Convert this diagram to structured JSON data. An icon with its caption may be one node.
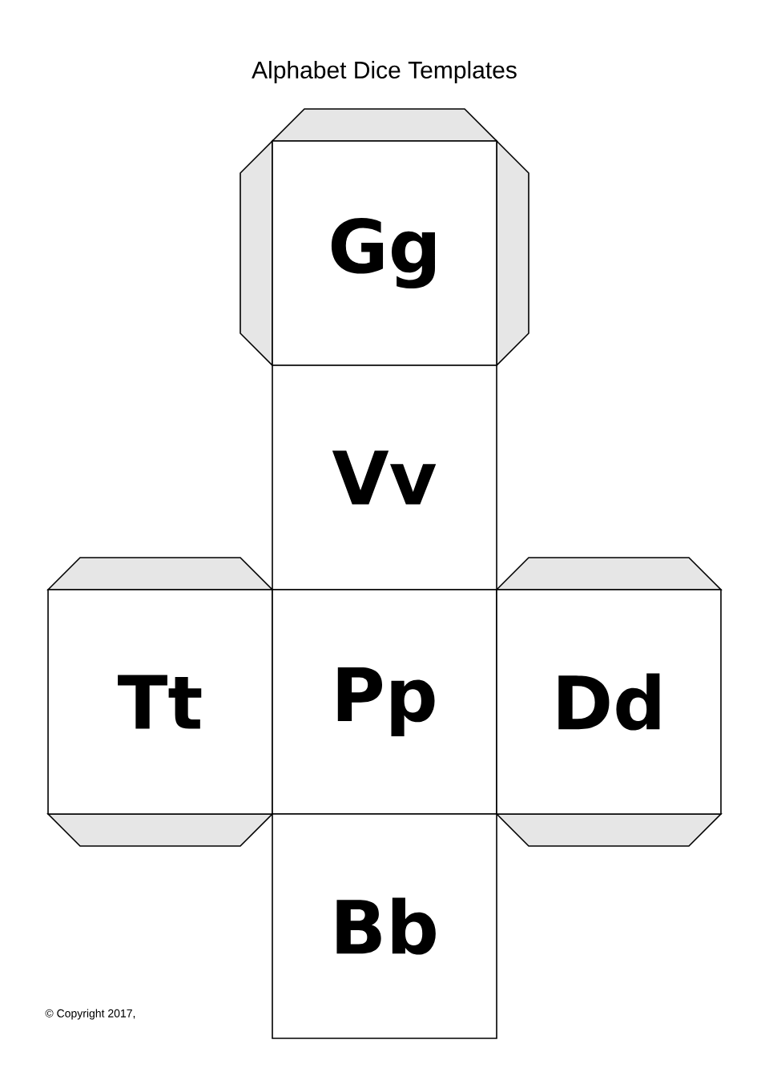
{
  "diagram": {
    "title": "Alphabet Dice Templates",
    "nodes": [
      {
        "text": [
          "Gg"
        ]
      },
      {
        "text": [
          "Vv"
        ]
      },
      {
        "text": [
          "Tt"
        ]
      },
      {
        "text": [
          "Pp"
        ]
      },
      {
        "text": [
          "Dd"
        ]
      },
      {
        "text": [
          "Bb"
        ]
      }
    ],
    "labels": [
      "© Copyright 2017,"
    ]
  }
}
